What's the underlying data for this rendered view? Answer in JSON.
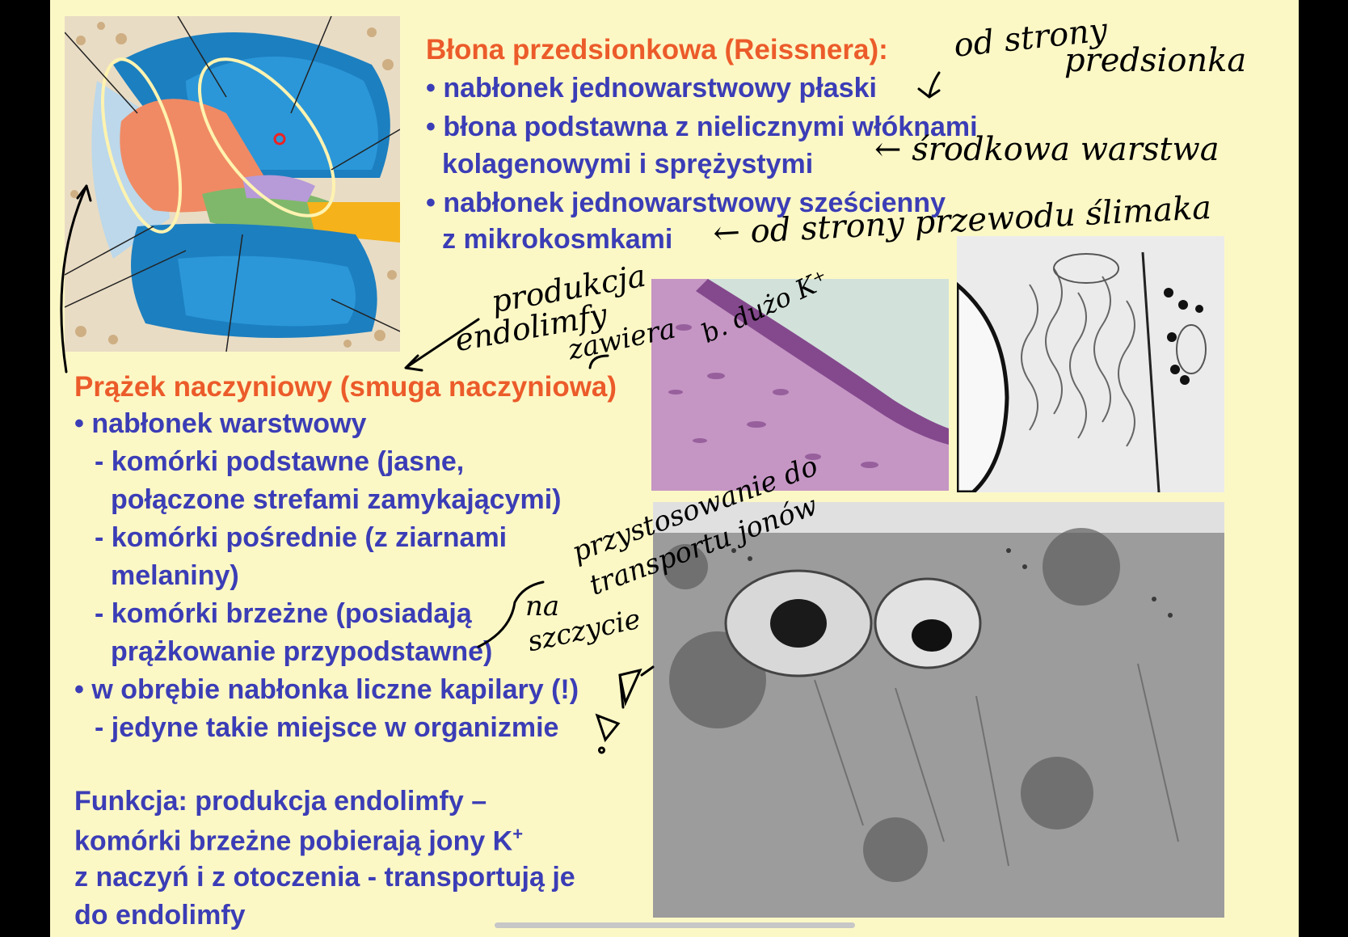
{
  "reissner": {
    "heading": "Błona przedsionkowa (Reissnera):",
    "bullet1": "• nabłonek jednowarstwowy płaski",
    "bullet2_line1": "• błona podstawna z nielicznymi włóknami",
    "bullet2_line2": "kolagenowymi i sprężystymi",
    "bullet3_line1": "• nabłonek jednowarstwowy sześcienny",
    "bullet3_line2": "z mikrokosmkami"
  },
  "stria": {
    "heading": "Prążek naczyniowy (smuga naczyniowa)",
    "bullet1": "• nabłonek warstwowy",
    "sub1_line1": "- komórki podstawne (jasne,",
    "sub1_line2": "połączone strefami zamykającymi)",
    "sub2_line1": "- komórki pośrednie (z ziarnami",
    "sub2_line2": "melaniny)",
    "sub3_line1": "- komórki brzeżne (posiadają",
    "sub3_line2": "prążkowanie przypodstawne)",
    "bullet2": "• w obrębie nabłonka liczne kapilary (!)",
    "sub4": "- jedyne takie miejsce w organizmie"
  },
  "function": {
    "line1": "Funkcja: produkcja endolimfy –",
    "line2_prefix": "komórki brzeżne pobierają jony K",
    "line2_sup": "+",
    "line3": "z naczyń i z otoczenia - transportują je",
    "line4": "do endolimfy"
  },
  "annotations": {
    "od_strony": "od strony",
    "przedsionka": "predsionka",
    "srodkowa": "← środkowa warstwa",
    "przewodu": "← od strony przewodu ślimaka",
    "produkcja": "produkcja",
    "endolimfy": "endolimfy",
    "zawiera": "zawiera",
    "duzo_k": "b. dużo K⁺",
    "przystosowanie": "przystosowanie do",
    "transportu": "transportu jonów",
    "na": "na",
    "szczycie": "szczycie"
  },
  "colors": {
    "slide_bg": "#fcf8c6",
    "heading": "#ec5b2a",
    "body_text": "#3b3db6",
    "handwriting": "#000000"
  }
}
